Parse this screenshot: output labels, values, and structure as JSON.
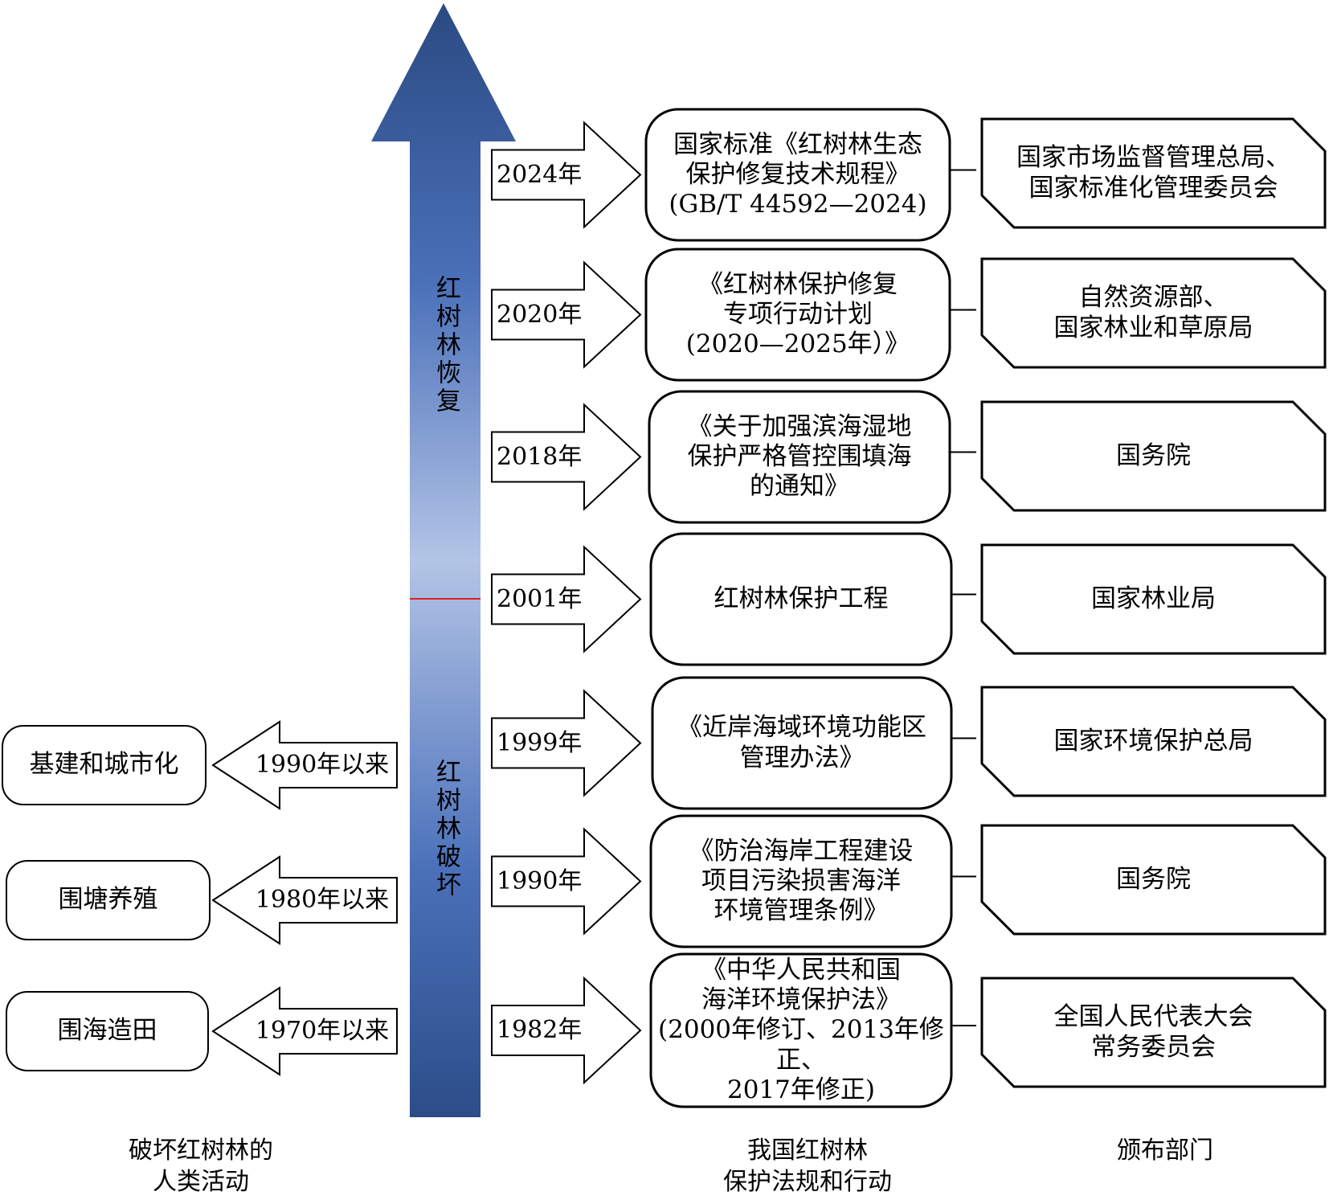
{
  "main_arrow": {
    "upper_label": "红树林恢复",
    "lower_label": "红树林破坏",
    "gradient_colors": {
      "dark": "#2d4d86",
      "mid": "#4a6fb8",
      "light": "#b6c6e6"
    },
    "divider_color": "#e02020"
  },
  "timeline": [
    {
      "year": "2024年",
      "law": "国家标准《红树林生态\n保护修复技术规程》\n(GB/T 44592—2024)",
      "agency": "国家市场监督管理总局、\n国家标准化管理委员会"
    },
    {
      "year": "2020年",
      "law": "《红树林保护修复\n专项行动计划\n(2020—2025年）》",
      "agency": "自然资源部、\n国家林业和草原局"
    },
    {
      "year": "2018年",
      "law": "《关于加强滨海湿地\n保护严格管控围填海\n的通知》",
      "agency": "国务院"
    },
    {
      "year": "2001年",
      "law": "红树林保护工程",
      "agency": "国家林业局"
    },
    {
      "year": "1999年",
      "law": "《近岸海域环境功能区\n管理办法》",
      "agency": "国家环境保护总局"
    },
    {
      "year": "1990年",
      "law": "《防治海岸工程建设\n项目污染损害海洋\n环境管理条例》",
      "agency": "国务院"
    },
    {
      "year": "1982年",
      "law": "《中华人民共和国\n海洋环境保护法》\n(2000年修订、2013年修正、\n2017年修正)",
      "agency": "全国人民代表大会\n常务委员会"
    }
  ],
  "human_activities": [
    {
      "activity": "基建和城市化",
      "since": "1990年以来"
    },
    {
      "activity": "围塘养殖",
      "since": "1980年以来"
    },
    {
      "activity": "围海造田",
      "since": "1970年以来"
    }
  ],
  "column_labels": {
    "activities": "破坏红树林的\n人类活动",
    "laws": "我国红树林\n保护法规和行动",
    "agencies": "颁布部门"
  }
}
